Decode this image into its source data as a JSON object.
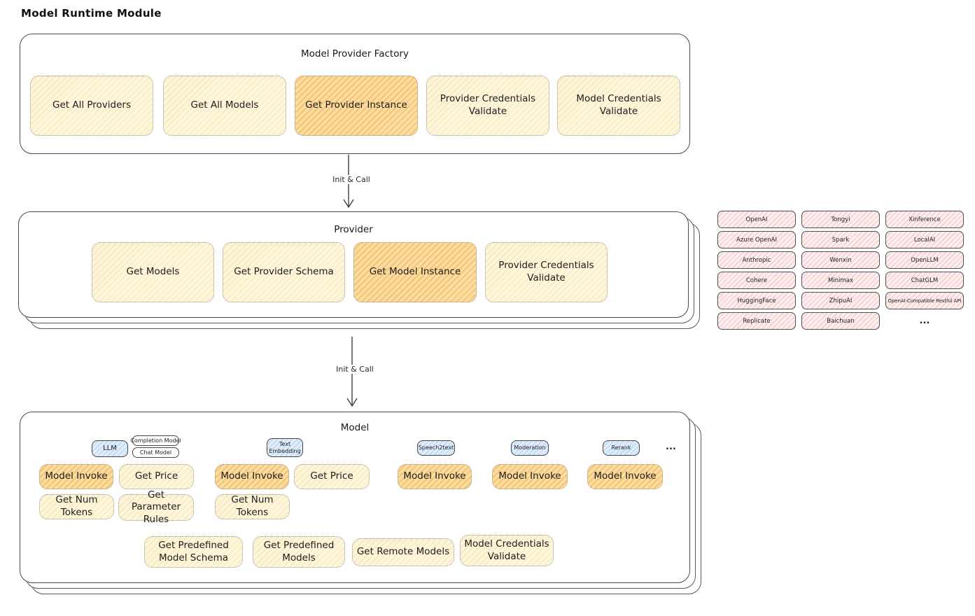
{
  "title": "Model Runtime Module",
  "arrows": [
    {
      "label": "Init & Call"
    },
    {
      "label": "Init & Call"
    }
  ],
  "factory": {
    "title": "Model Provider Factory",
    "buttons": [
      {
        "label": "Get All Providers",
        "highlight": false
      },
      {
        "label": "Get All Models",
        "highlight": false
      },
      {
        "label": "Get Provider Instance",
        "highlight": true
      },
      {
        "label": "Provider Credentials Validate",
        "highlight": false
      },
      {
        "label": "Model Credentials Validate",
        "highlight": false
      }
    ]
  },
  "provider": {
    "title": "Provider",
    "buttons": [
      {
        "label": "Get Models",
        "highlight": false
      },
      {
        "label": "Get Provider Schema",
        "highlight": false
      },
      {
        "label": "Get Model Instance",
        "highlight": true
      },
      {
        "label": "Provider Credentials Validate",
        "highlight": false
      }
    ]
  },
  "providers": {
    "items": [
      "OpenAI",
      "Tongyi",
      "Xinference",
      "Azure OpenAI",
      "Spark",
      "LocalAI",
      "Anthropic",
      "Wenxin",
      "OpenLLM",
      "Cohere",
      "Minimax",
      "ChatGLM",
      "HuggingFace",
      "ZhipuAI",
      "OpenAI-Compatible Restful API",
      "Replicate",
      "Baichuan"
    ],
    "ellipsis": "..."
  },
  "model": {
    "title": "Model",
    "ellipsis": "...",
    "groups": [
      {
        "tab": "LLM",
        "subtabs": [
          {
            "label": "Completion Model"
          },
          {
            "label": "Chat Model"
          }
        ],
        "buttons": [
          {
            "label": "Model Invoke",
            "highlight": true
          },
          {
            "label": "Get Price",
            "highlight": false
          },
          {
            "label": "Get Num Tokens",
            "highlight": false
          },
          {
            "label": "Get Parameter Rules",
            "highlight": false
          }
        ]
      },
      {
        "tab": "Text Embedding",
        "buttons": [
          {
            "label": "Model Invoke",
            "highlight": true
          },
          {
            "label": "Get Price",
            "highlight": false
          },
          {
            "label": "Get Num Tokens",
            "highlight": false
          }
        ]
      },
      {
        "tab": "Speech2text",
        "buttons": [
          {
            "label": "Model Invoke",
            "highlight": true
          }
        ]
      },
      {
        "tab": "Moderation",
        "buttons": [
          {
            "label": "Model Invoke",
            "highlight": true
          }
        ]
      },
      {
        "tab": "Rerank",
        "buttons": [
          {
            "label": "Model Invoke",
            "highlight": true
          }
        ]
      }
    ],
    "footer_buttons": [
      {
        "label": "Get Predefined Model Schema"
      },
      {
        "label": "Get Predefined Models"
      },
      {
        "label": "Get Remote Models"
      },
      {
        "label": "Model Credentials Validate"
      }
    ]
  },
  "colors": {
    "button_fill": "#fdf6dd",
    "button_highlight": "#fbdda2",
    "tab_fill": "#e0edfa",
    "provider_pill_fill": "#fdeff0",
    "box_border": "#4a4a4a",
    "text": "#1c1c1c"
  }
}
